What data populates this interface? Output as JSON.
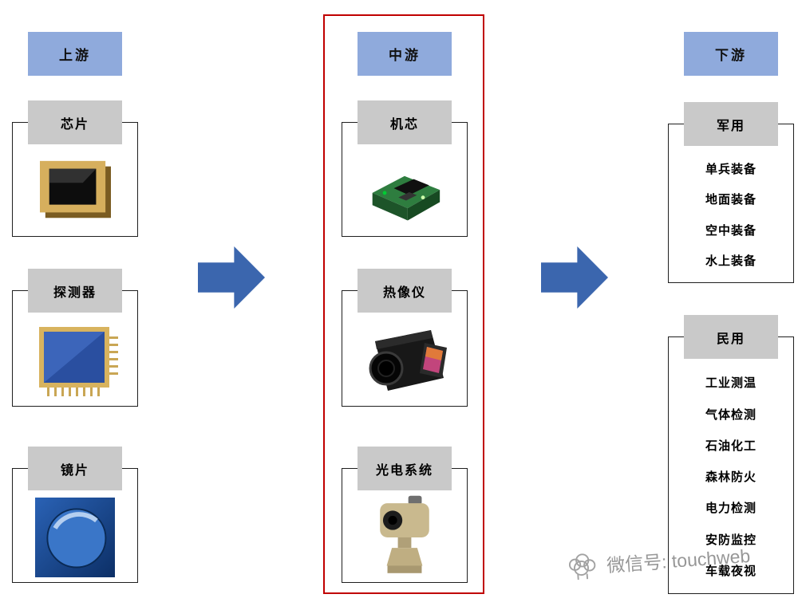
{
  "diagram": {
    "colors": {
      "header_blue": "#8FAADC",
      "label_gray": "#C9C9C9",
      "arrow_blue": "#3B66AE",
      "highlight_red": "#C00000"
    },
    "columns": [
      {
        "id": "upstream",
        "header": "上游",
        "highlighted": false,
        "items": [
          {
            "label": "芯片",
            "image": "infrared-chip-photo"
          },
          {
            "label": "探测器",
            "image": "infrared-detector-photo"
          },
          {
            "label": "镜片",
            "image": "optical-lens-photo"
          }
        ]
      },
      {
        "id": "midstream",
        "header": "中游",
        "highlighted": true,
        "items": [
          {
            "label": "机芯",
            "image": "thermal-core-photo"
          },
          {
            "label": "热像仪",
            "image": "thermal-imager-photo"
          },
          {
            "label": "光电系统",
            "image": "electro-optical-system-photo"
          }
        ]
      },
      {
        "id": "downstream",
        "header": "下游",
        "highlighted": false,
        "groups": [
          {
            "label": "军用",
            "list": [
              "单兵装备",
              "地面装备",
              "空中装备",
              "水上装备"
            ]
          },
          {
            "label": "民用",
            "list": [
              "工业测温",
              "气体检测",
              "石油化工",
              "森林防火",
              "电力检测",
              "安防监控",
              "车载夜视"
            ]
          }
        ]
      }
    ],
    "watermark": {
      "logo": "sheep-cloud-logo",
      "text": "微信号: touchweb"
    }
  }
}
